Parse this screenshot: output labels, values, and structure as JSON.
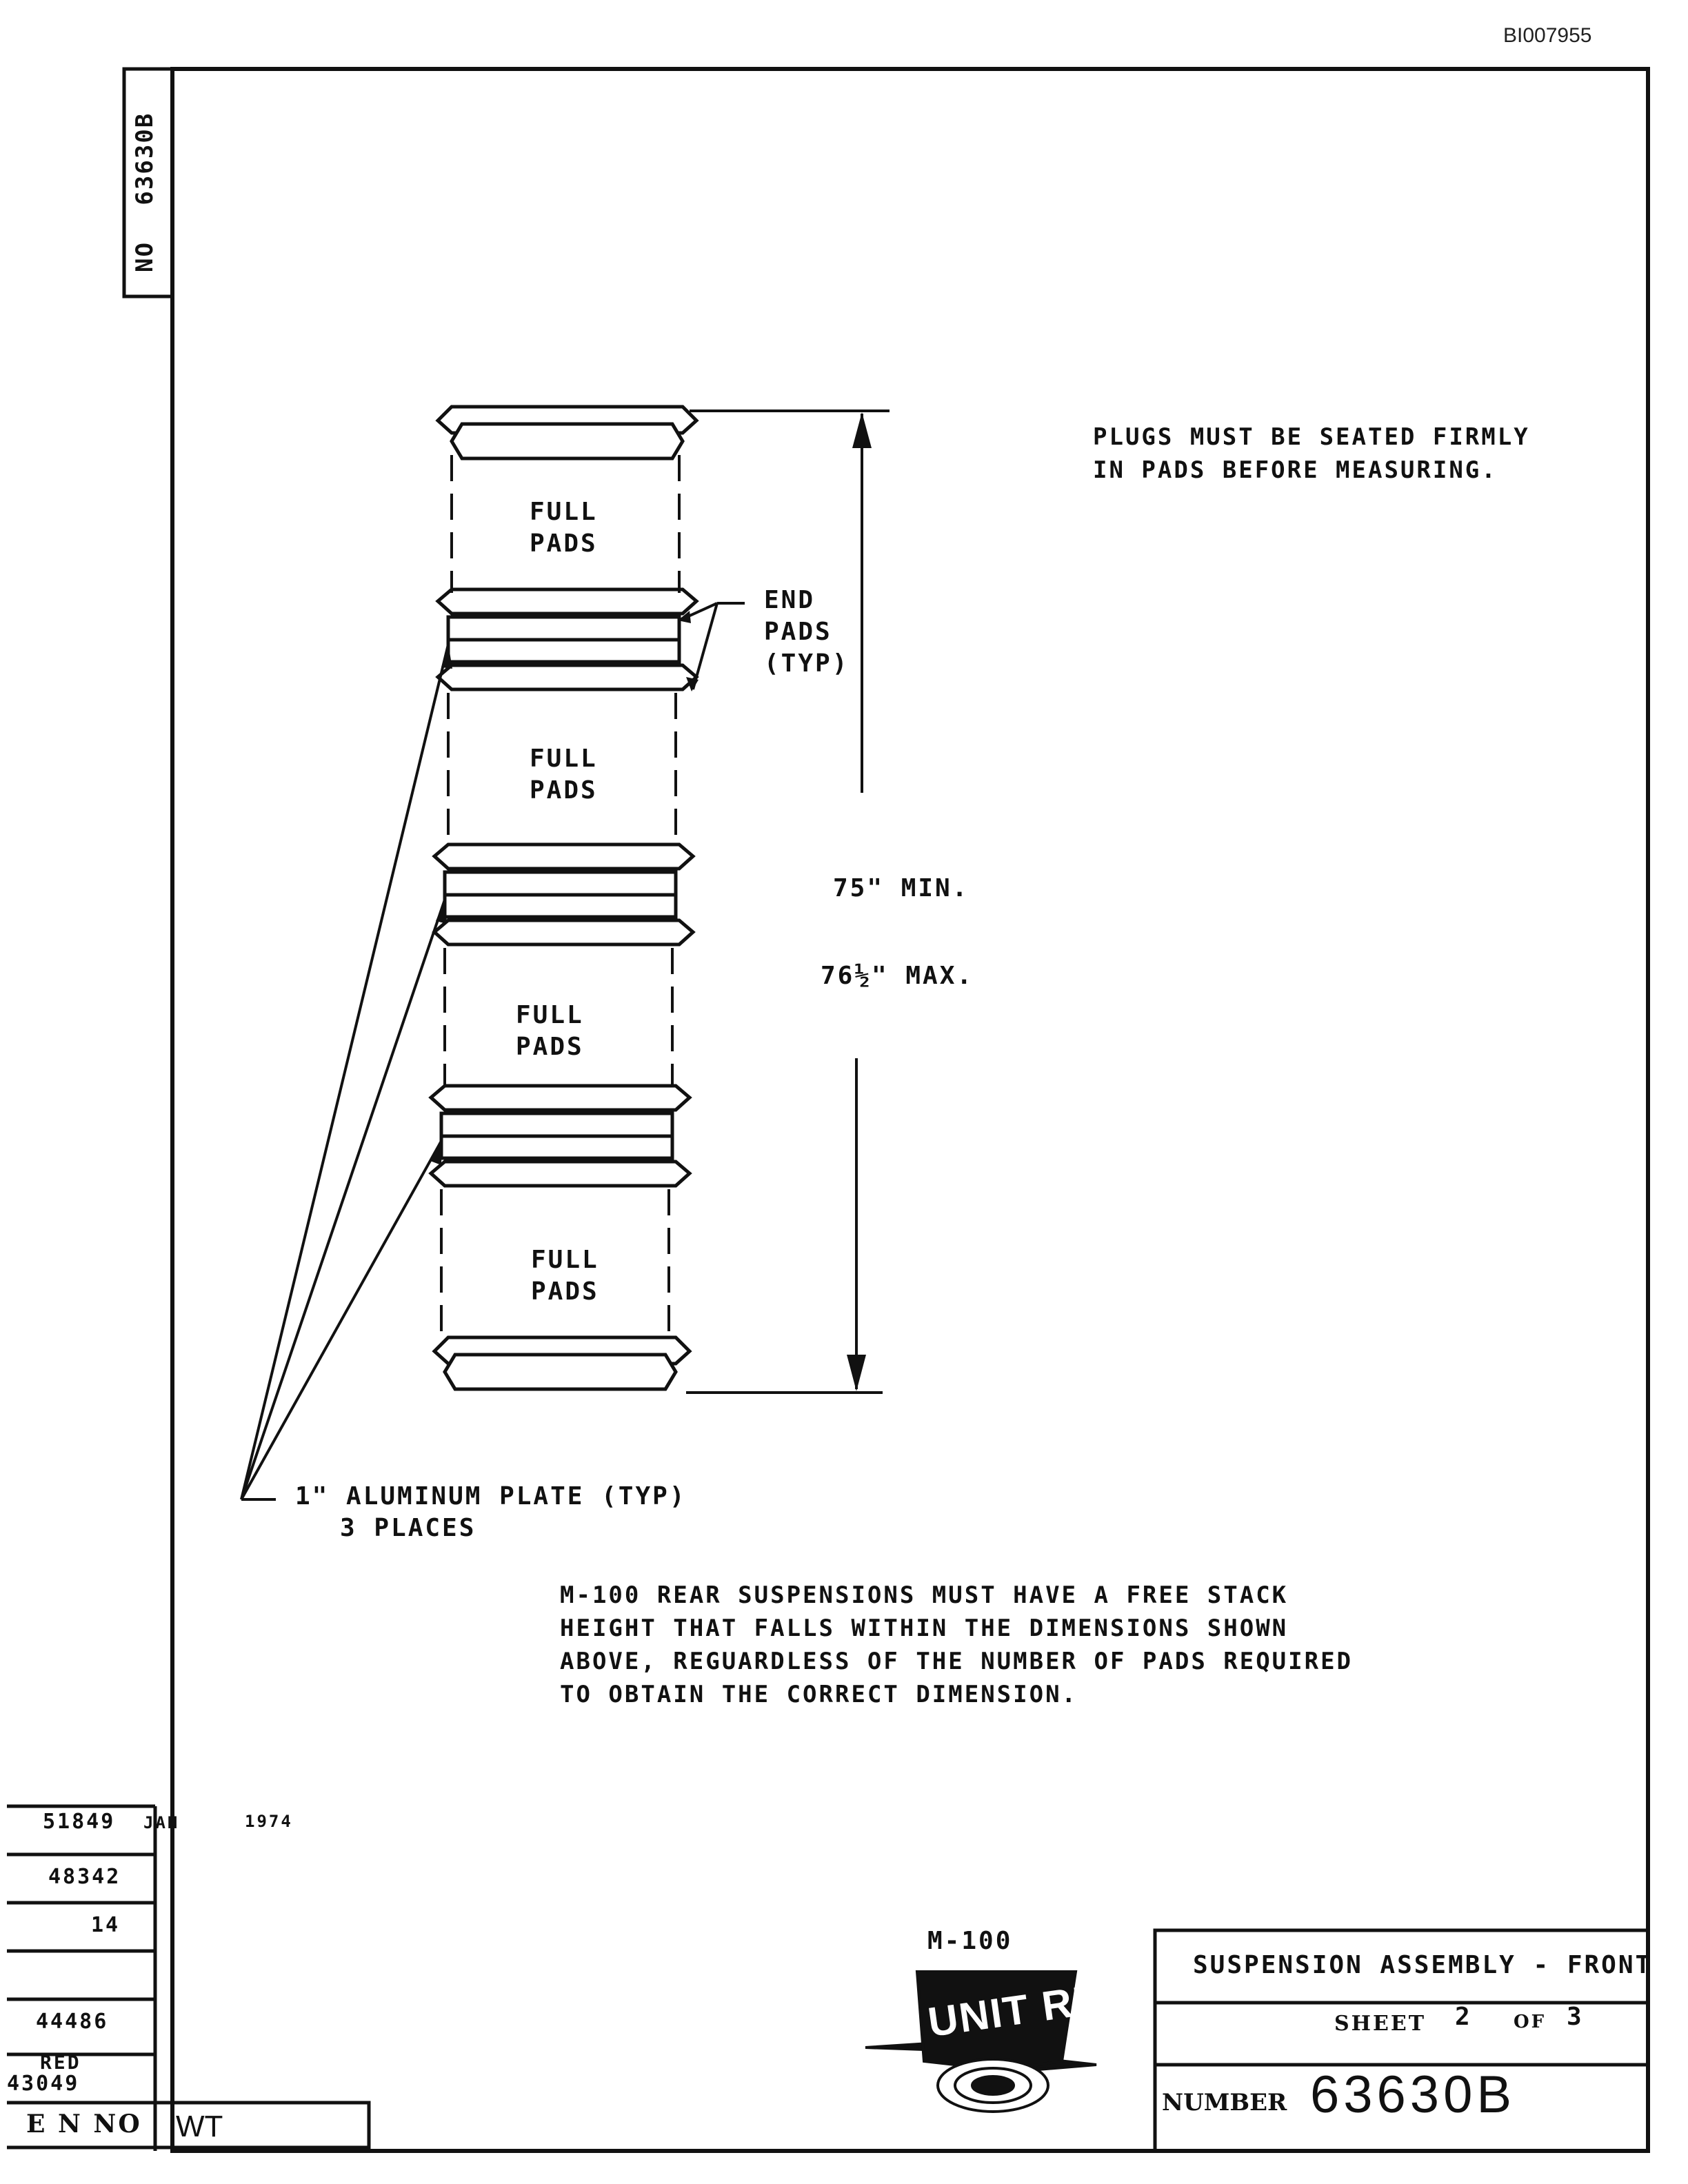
{
  "document_id": "BI007955",
  "side_tab": {
    "no_label": "NO",
    "drawing_no": "63630B"
  },
  "notes": {
    "plugs_line1": "PLUGS MUST BE SEATED FIRMLY",
    "plugs_line2": "IN PADS BEFORE MEASURING.",
    "main_line1": "M-100 REAR SUSPENSIONS MUST HAVE A FREE STACK",
    "main_line2": "HEIGHT THAT FALLS WITHIN THE DIMENSIONS SHOWN",
    "main_line3": "ABOVE, REGUARDLESS OF THE NUMBER OF PADS REQUIRED",
    "main_line4": "TO OBTAIN THE CORRECT DIMENSION."
  },
  "labels": {
    "full_pads_1": "FULL",
    "full_pads_2": "PADS",
    "end_pads_1": "END",
    "end_pads_2": "PADS",
    "end_pads_3": "(TYP)",
    "plate_line1": "1\" ALUMINUM PLATE (TYP)",
    "plate_line2": "3 PLACES"
  },
  "dimensions": {
    "min": "75\" MIN.",
    "max": "76½\" MAX."
  },
  "revision_block": {
    "r1": "51849",
    "r1_date_a": "JAN",
    "r1_date_b": "1974",
    "r2": "48342",
    "r3": "14",
    "r4": "44486",
    "r5a": "RED",
    "r5b": "43049",
    "en_no": "E N NO",
    "wt": "WT"
  },
  "title_block": {
    "model": "M-100",
    "logo_text": "UNIT RIG",
    "title": "SUSPENSION ASSEMBLY - FRONT",
    "sheet_label": "SHEET",
    "sheet_no": "2",
    "of_label": "OF",
    "sheet_total": "3",
    "number_label": "NUMBER",
    "number": "63630B"
  }
}
